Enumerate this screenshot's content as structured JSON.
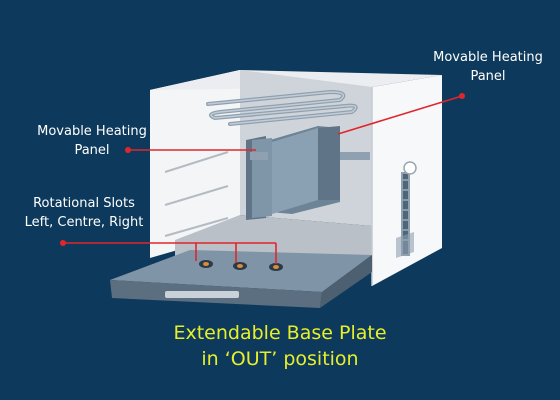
{
  "labels": {
    "top_right_panel": {
      "line1": "Movable Heating",
      "line2": "Panel"
    },
    "left_panel": {
      "line1": "Movable Heating",
      "line2": "Panel"
    },
    "slots": {
      "line1": "Rotational Slots",
      "line2": "Left, Centre, Right"
    }
  },
  "caption": {
    "line1": "Extendable Base Plate",
    "line2": "in ‘OUT’ position"
  },
  "colors": {
    "background": "#0d3a5c",
    "pointer": "#e0262b",
    "caption": "#e8ef2a",
    "housing": "#f2f3f5",
    "panel": "#7f95a8",
    "base_plate": "#6f8597"
  },
  "icons": [
    "heating-element-coil",
    "hinge-chain",
    "knob",
    "slot-hole"
  ]
}
